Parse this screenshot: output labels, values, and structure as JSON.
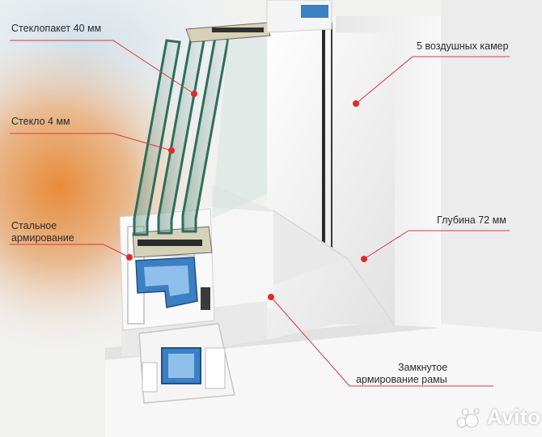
{
  "callouts": {
    "glass_unit": "Стеклопакет 40 мм",
    "glass": "Стекло 4 мм",
    "steel_reinforcement_line1": "Стальное",
    "steel_reinforcement_line2": "армирование",
    "air_chambers": "5 воздушных камер",
    "depth": "Глубина 72 мм",
    "closed_reinforcement_line1": "Замкнутое",
    "closed_reinforcement_line2": "армирование рамы"
  },
  "watermark": {
    "text": "Avito"
  },
  "colors": {
    "leader_line": "#d83a3a",
    "marker_dot": "#e02a2a",
    "frame_white": "#f4f4f4",
    "glass_green": "#2f6e5c",
    "reinforcement_blue": "#3c7fc2"
  }
}
